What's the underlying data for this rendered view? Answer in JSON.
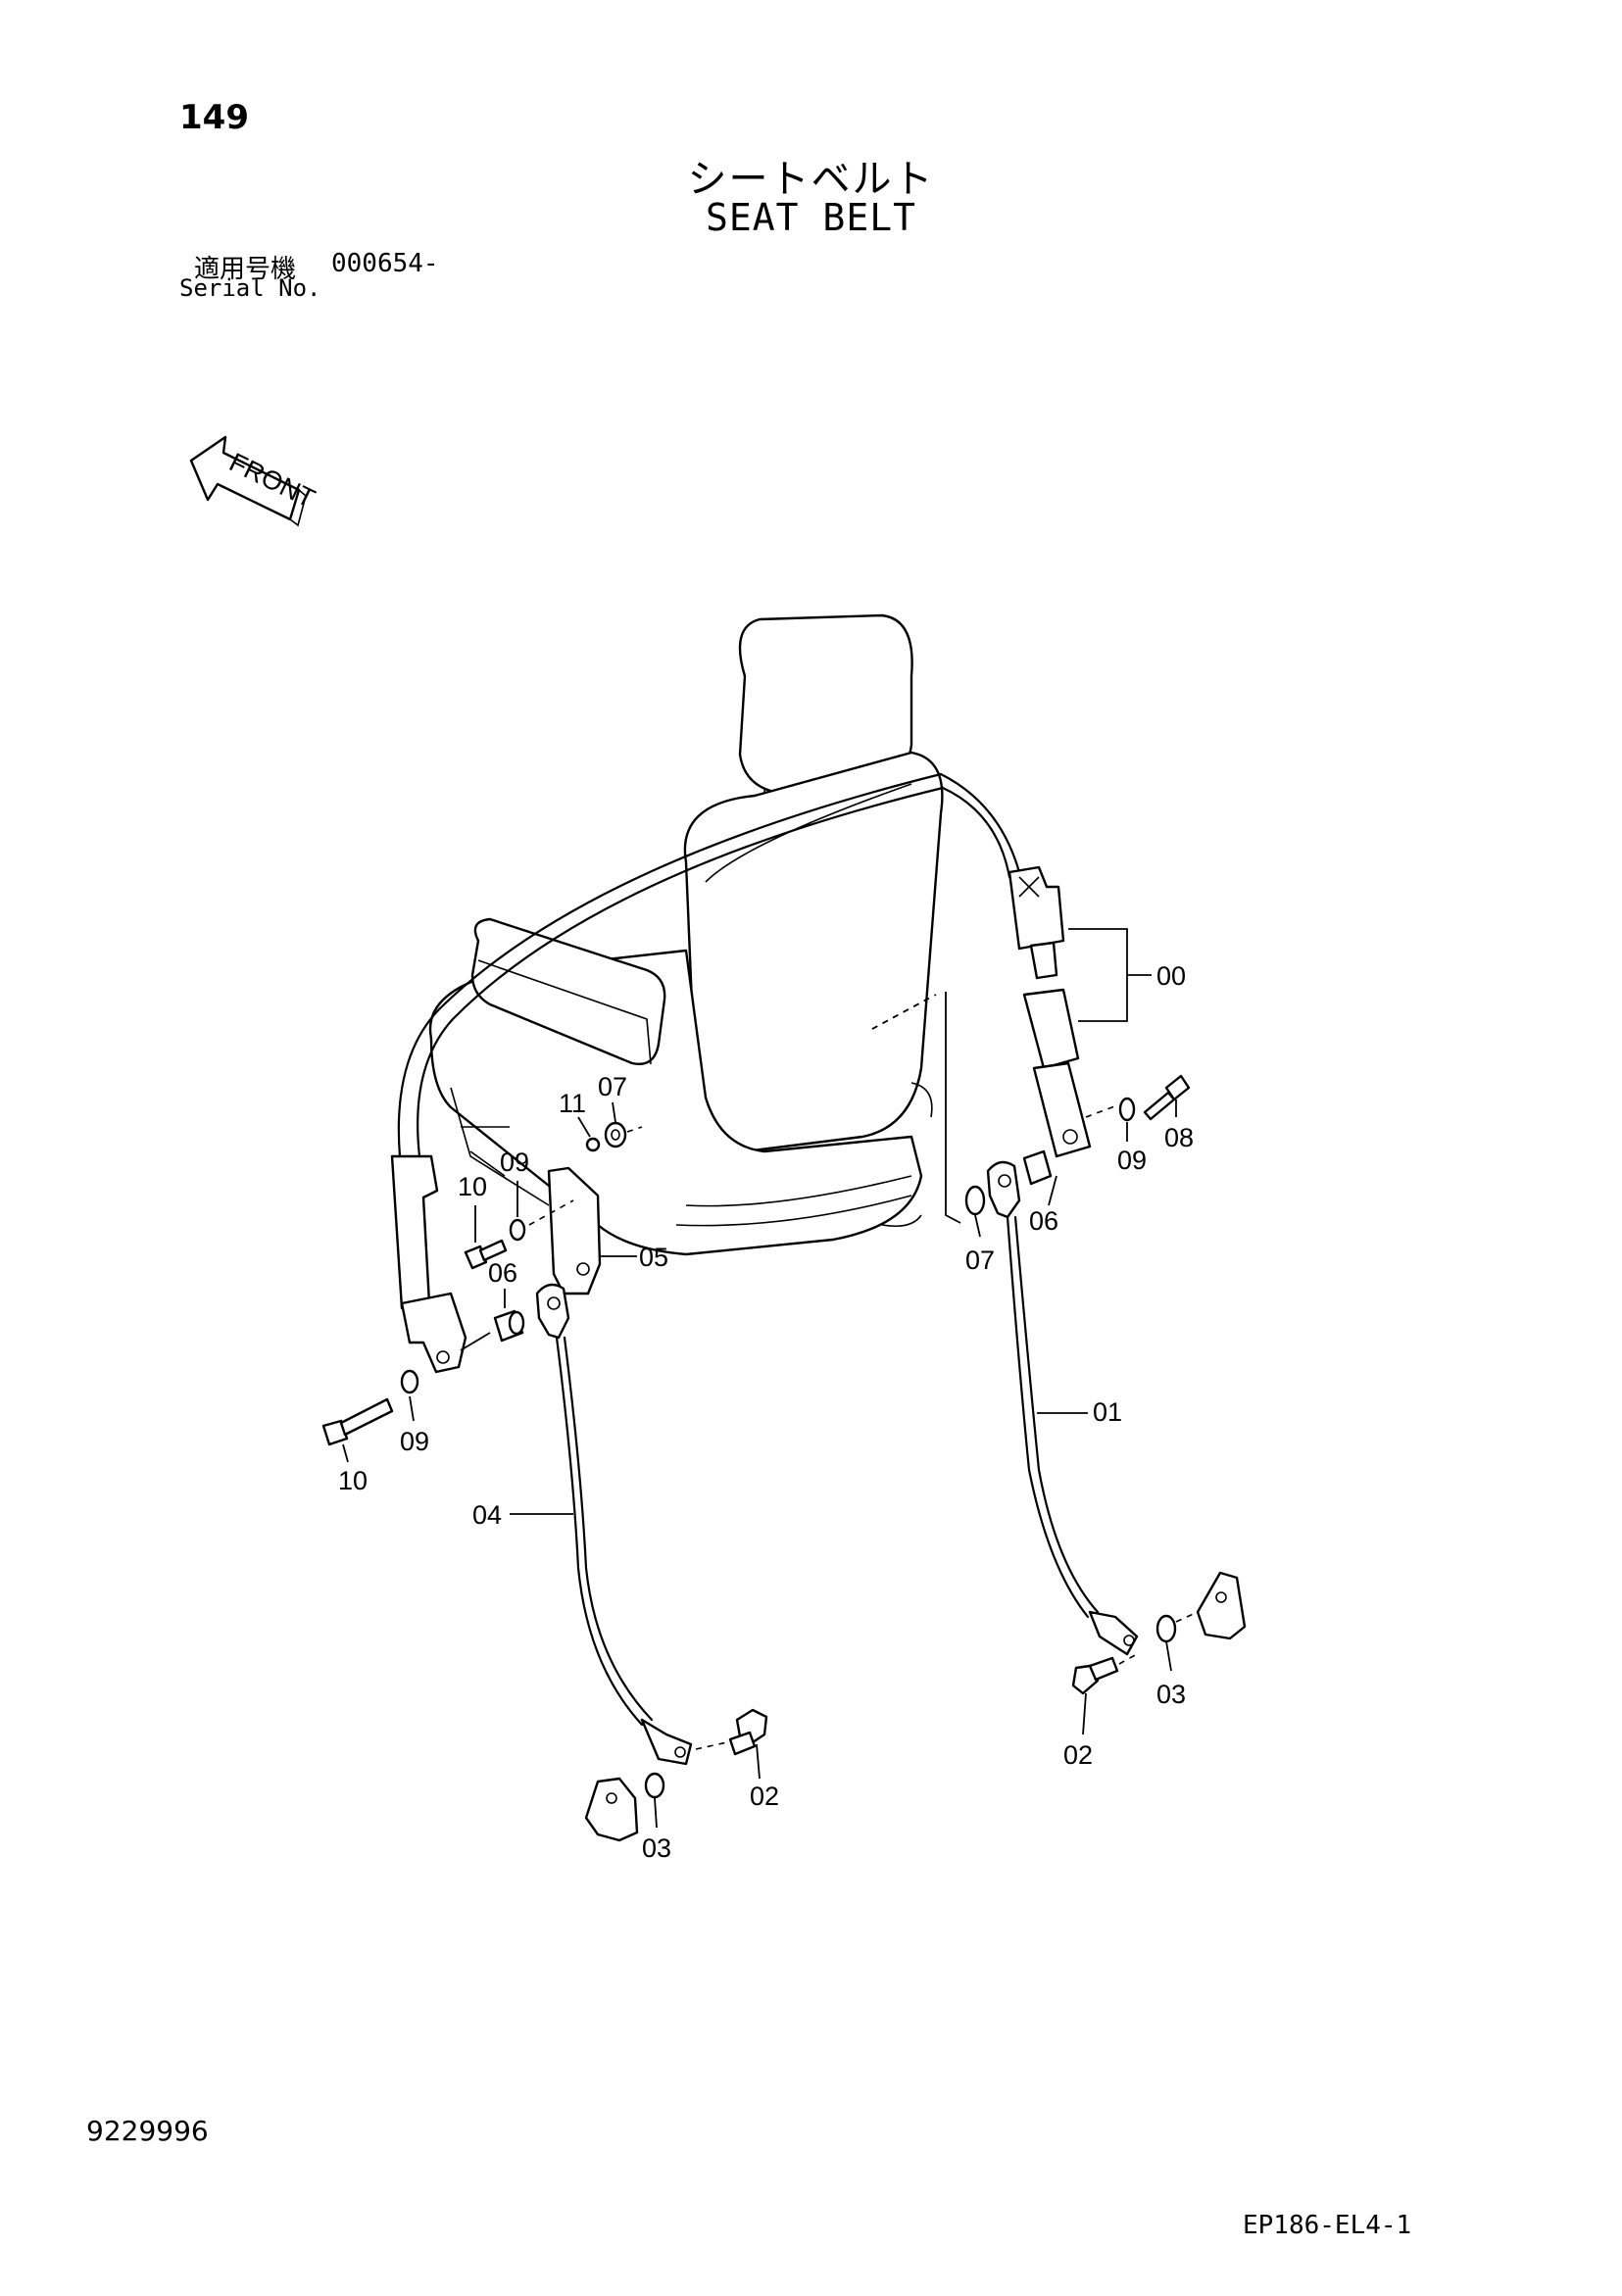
{
  "page_number": "149",
  "title_jp": "シートベルト",
  "title_en": "SEAT BELT",
  "serial": {
    "label_jp": "適用号機",
    "value": "000654-",
    "label_en": "Serial No."
  },
  "front_label": "FRONT",
  "callouts": {
    "c00": "00",
    "c01": "01",
    "c02_right": "02",
    "c02_left": "02",
    "c03_right": "03",
    "c03_left": "03",
    "c04": "04",
    "c05": "05",
    "c06_right": "06",
    "c06_left": "06",
    "c07_top": "07",
    "c07_right": "07",
    "c08": "08",
    "c09_right": "09",
    "c09_upper": "09",
    "c09_lower": "09",
    "c10_upper": "10",
    "c10_lower": "10",
    "c11": "11"
  },
  "doc_number": "9229996",
  "figure_code": "EP186-EL4-1"
}
